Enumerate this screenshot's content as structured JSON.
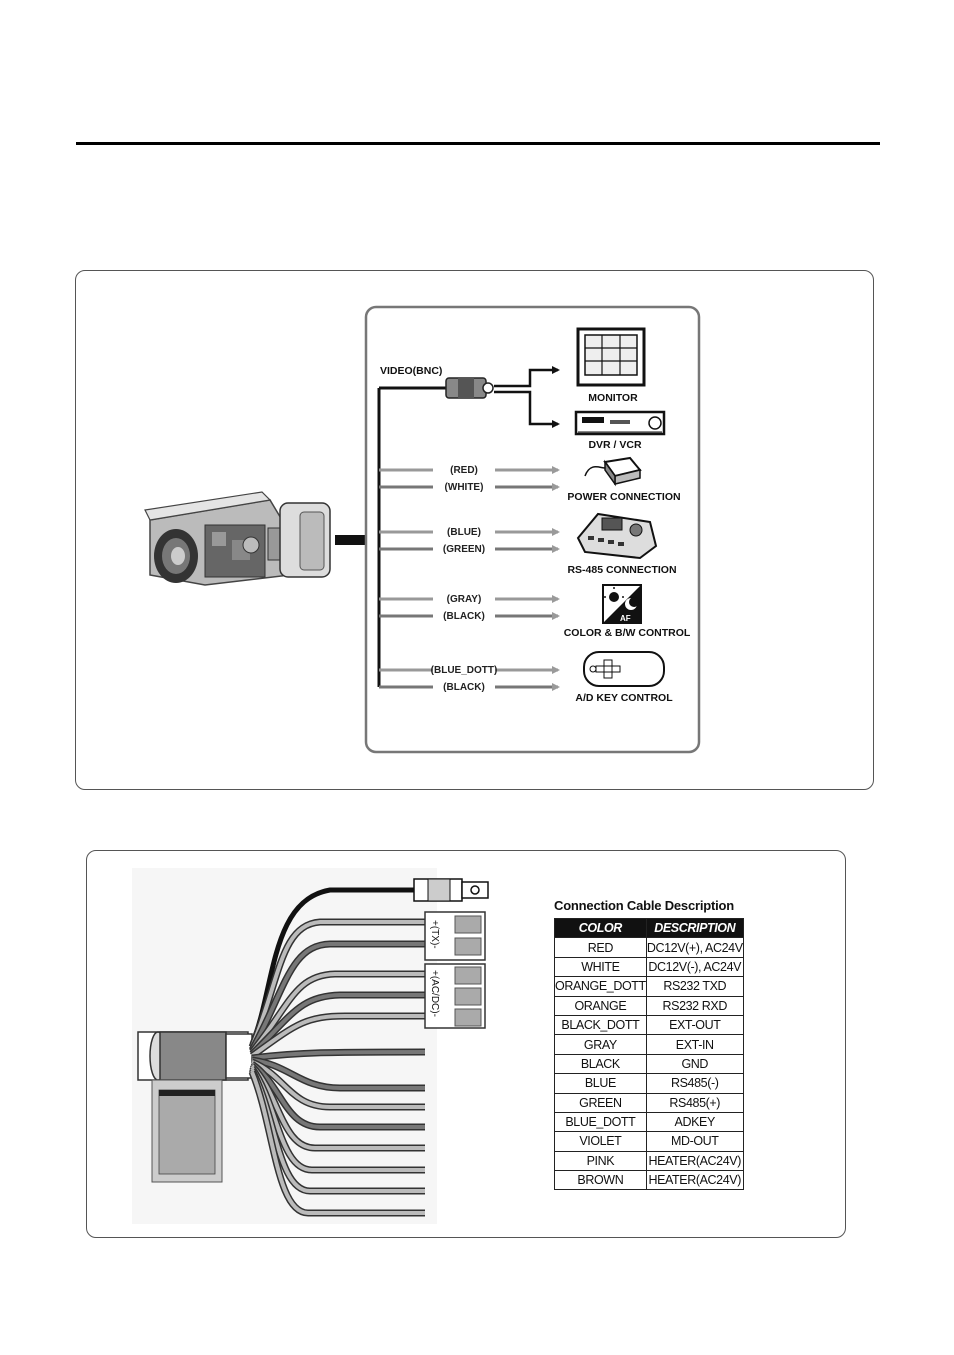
{
  "diagram1": {
    "video_label": "VIDEO(BNC)",
    "devices": {
      "monitor": "MONITOR",
      "dvr": "DVR / VCR",
      "power": "POWER CONNECTION",
      "rs485": "RS-485 CONNECTION",
      "colorbw": "COLOR & B/W CONTROL",
      "adkey": "A/D KEY CONTROL"
    },
    "wires": {
      "red": "(RED)",
      "white": "(WHITE)",
      "blue": "(BLUE)",
      "green": "(GREEN)",
      "gray": "(GRAY)",
      "black1": "(BLACK)",
      "blue_dott": "(BLUE_DOTT)",
      "black2": "(BLACK)"
    },
    "icon_af": "AF"
  },
  "diagram2": {
    "terminal_tx": "+(TX)-",
    "terminal_acdc": "+(AC/DC)-"
  },
  "cable_table": {
    "title": "Connection Cable Description",
    "headers": [
      "COLOR",
      "DESCRIPTION"
    ],
    "rows": [
      [
        "RED",
        "DC12V(+), AC24V"
      ],
      [
        "WHITE",
        "DC12V(-), AC24V"
      ],
      [
        "ORANGE_DOTT",
        "RS232 TXD"
      ],
      [
        "ORANGE",
        "RS232 RXD"
      ],
      [
        "BLACK_DOTT",
        "EXT-OUT"
      ],
      [
        "GRAY",
        "EXT-IN"
      ],
      [
        "BLACK",
        "GND"
      ],
      [
        "BLUE",
        "RS485(-)"
      ],
      [
        "GREEN",
        "RS485(+)"
      ],
      [
        "BLUE_DOTT",
        "ADKEY"
      ],
      [
        "VIOLET",
        "MD-OUT"
      ],
      [
        "PINK",
        "HEATER(AC24V)"
      ],
      [
        "BROWN",
        "HEATER(AC24V)"
      ]
    ]
  }
}
